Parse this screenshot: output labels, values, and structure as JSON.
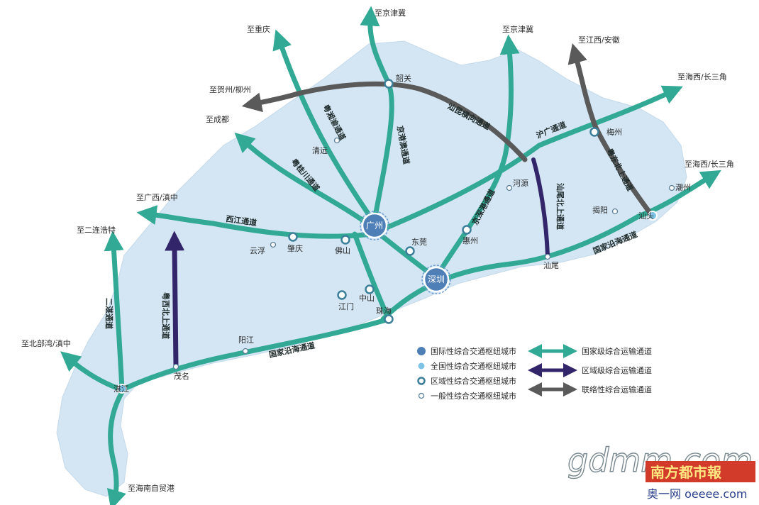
{
  "colors": {
    "land": "#d4e6f3",
    "national": "#32a994",
    "regional": "#33256a",
    "linking": "#5a5a5a",
    "hub_blue": "#4f7fb7"
  },
  "destinations": {
    "chongqing": "至重庆",
    "jingjinji_1": "至京津冀",
    "jingjinji_2": "至京津冀",
    "jiangxi_anhui": "至江西/安徽",
    "hezhou_liuzhou": "至贺州/柳州",
    "chengdu": "至成都",
    "haixi_csj_1": "至海西/长三角",
    "haixi_csj_2": "至海西/长三角",
    "guangxi_yunnan": "至广西/滇中",
    "erlian_haote": "至二连浩特",
    "beibuwan_yunnan": "至北部湾/滇中",
    "hainan_ftp": "至海南自贸港"
  },
  "cities": {
    "guangzhou": "广州",
    "shenzhen": "深圳",
    "shaoguan": "韶关",
    "meizhou": "梅州",
    "shantou": "汕头",
    "chaozhou": "潮州",
    "jieyang": "揭阳",
    "heyuan": "河源",
    "huizhou": "惠州",
    "shanwei": "汕尾",
    "dongguan": "东莞",
    "zhuhai": "珠海",
    "zhongshan": "中山",
    "jiangmen": "江门",
    "foshan": "佛山",
    "zhaoqing": "肇庆",
    "yunfu": "云浮",
    "qingyuan": "清远",
    "yangjiang": "阳江",
    "maoming": "茂名",
    "zhanjiang": "湛江"
  },
  "corridors": {
    "shanmei_heng": "汕昆横向通道",
    "hugang": "沪广通道",
    "jinggang_ao": "京港澳通道",
    "yuexiang_yu": "粤湘渝通道",
    "yuegui_chuan": "粤桂川通道",
    "xijiang": "西江通道",
    "jingshen_gang": "京深港通道",
    "shanwei_north": "汕尾北上通道",
    "yuedong_north": "粤东北上通道",
    "coastal_east": "国家沿海通道",
    "coastal_west": "国家沿海通道",
    "yuexi_north": "粤西北上通道",
    "erzhan": "二湛通道"
  },
  "legend": {
    "hub_international": "国际性综合交通枢纽城市",
    "hub_national": "全国性综合交通枢纽城市",
    "hub_regional": "区域性综合交通枢纽城市",
    "hub_general": "一般性综合交通枢纽城市",
    "line_national": "国家级综合运输通道",
    "line_regional": "区域级综合运输通道",
    "line_linking": "联络性综合运输通道"
  },
  "watermark": {
    "site": "gdmm.com",
    "newspaper": "南方都市報",
    "sub": "奥一网 oeeee.com"
  }
}
